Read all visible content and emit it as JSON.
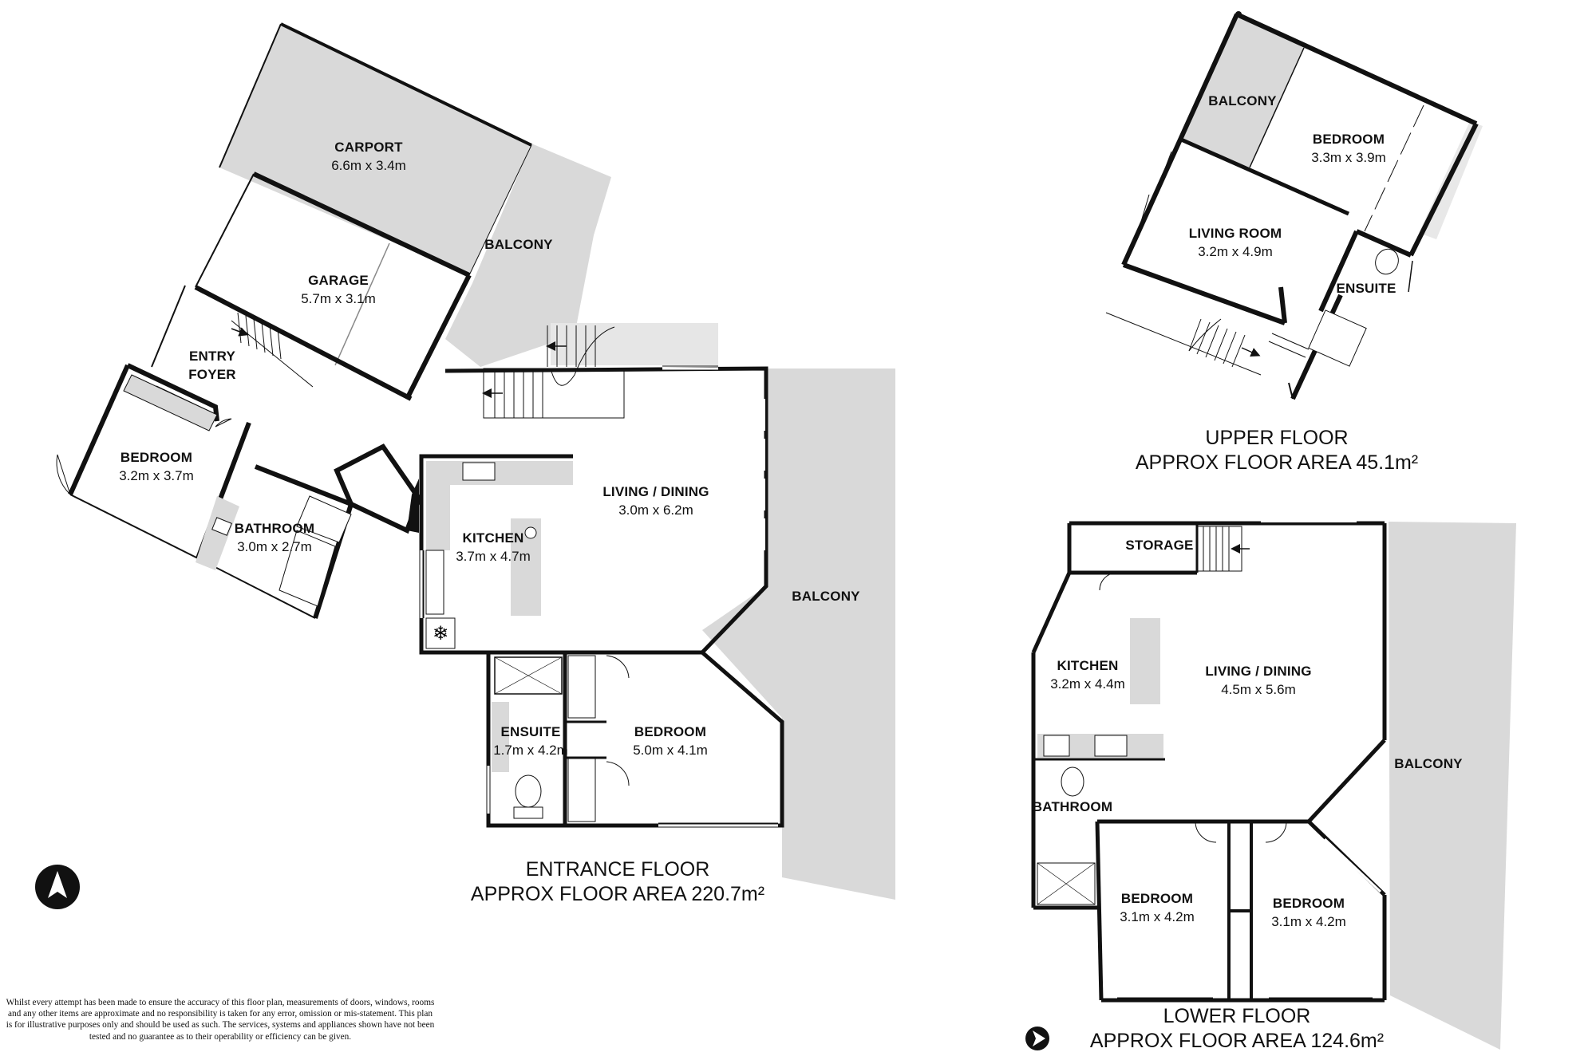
{
  "entrance_floor": {
    "title": "ENTRANCE FLOOR",
    "area": "APPROX FLOOR AREA 220.7m²",
    "rooms": {
      "carport": {
        "name": "CARPORT",
        "dim": "6.6m x 3.4m"
      },
      "balcony_top": {
        "name": "BALCONY"
      },
      "garage": {
        "name": "GARAGE",
        "dim": "5.7m x 3.1m"
      },
      "entry_foyer": {
        "name_line1": "ENTRY",
        "name_line2": "FOYER"
      },
      "bedroom": {
        "name": "BEDROOM",
        "dim": "3.2m x 3.7m"
      },
      "bathroom": {
        "name": "BATHROOM",
        "dim": "3.0m x 2.7m"
      },
      "kitchen": {
        "name": "KITCHEN",
        "dim": "3.7m x 4.7m"
      },
      "living_dining": {
        "name": "LIVING / DINING",
        "dim": "3.0m x 6.2m"
      },
      "balcony_right": {
        "name": "BALCONY"
      },
      "ensuite": {
        "name": "ENSUITE",
        "dim": "1.7m x 4.2m"
      },
      "master_bedroom": {
        "name": "BEDROOM",
        "dim": "5.0m x 4.1m"
      }
    }
  },
  "upper_floor": {
    "title": "UPPER FLOOR",
    "area": "APPROX FLOOR AREA 45.1m²",
    "rooms": {
      "balcony": {
        "name": "BALCONY"
      },
      "bedroom": {
        "name": "BEDROOM",
        "dim": "3.3m x 3.9m"
      },
      "living_room": {
        "name": "LIVING ROOM",
        "dim": "3.2m x 4.9m"
      },
      "ensuite": {
        "name": "ENSUITE"
      }
    }
  },
  "lower_floor": {
    "title": "LOWER FLOOR",
    "area": "APPROX FLOOR AREA 124.6m²",
    "rooms": {
      "storage": {
        "name": "STORAGE"
      },
      "kitchen": {
        "name": "KITCHEN",
        "dim": "3.2m x 4.4m"
      },
      "living_dining": {
        "name": "LIVING / DINING",
        "dim": "4.5m x 5.6m"
      },
      "balcony": {
        "name": "BALCONY"
      },
      "bathroom": {
        "name": "BATHROOM"
      },
      "bedroom_1": {
        "name": "BEDROOM",
        "dim": "3.1m x 4.2m"
      },
      "bedroom_2": {
        "name": "BEDROOM",
        "dim": "3.1m x 4.2m"
      }
    }
  },
  "disclaimer": "Whilst every attempt has been made to ensure the accuracy of this floor plan, measurements of doors, windows, rooms and any other items are approximate and no responsibility is taken for any error, omission or mis-statement. This plan is for illustrative purposes only and should be used as such. The services, systems and appliances shown have not been tested and no guarantee as to their operability or efficiency can be given.",
  "icons": [
    "north-arrow-icon",
    "stair-arrow-icon",
    "snowflake-icon",
    "sink-icon",
    "toilet-icon",
    "shower-icon"
  ],
  "colors": {
    "wall": "#111111",
    "fill_grey": "#d9d9d9",
    "background": "#ffffff"
  }
}
